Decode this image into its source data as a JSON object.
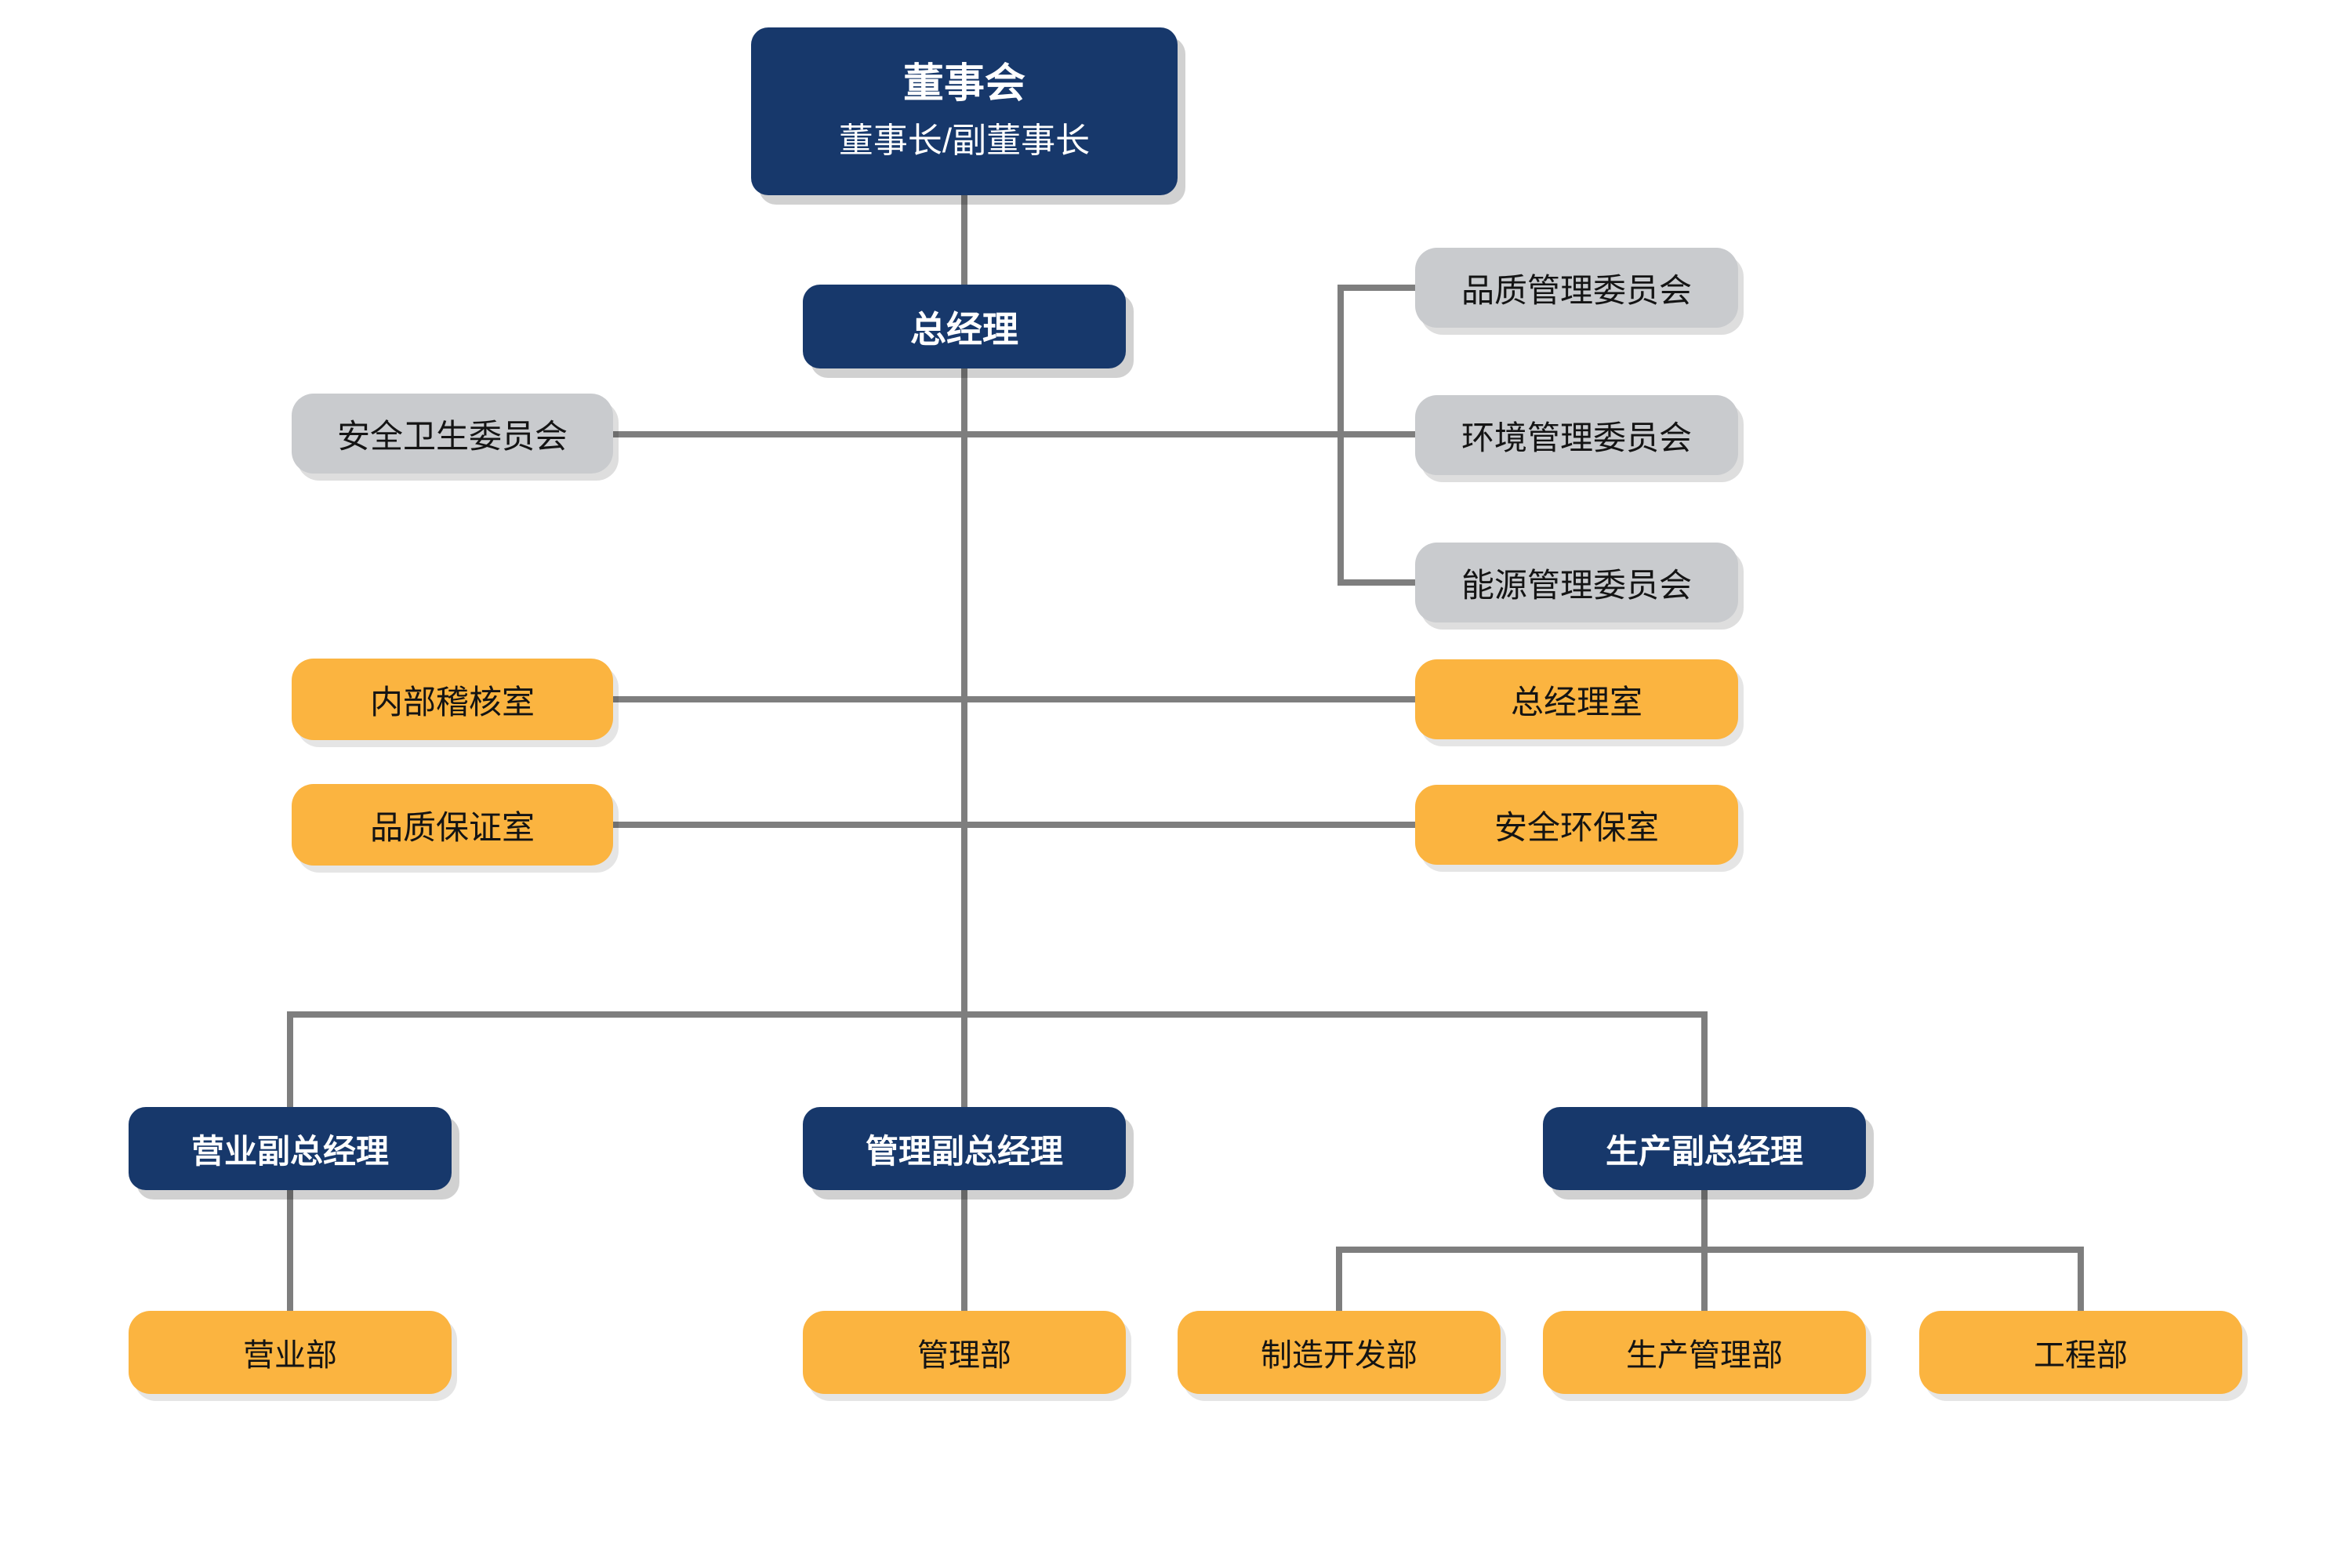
{
  "diagram_type": "org-chart",
  "colors": {
    "executive_box": "#17386B",
    "committee_box": "#C9CBCE",
    "office_box": "#FBB440",
    "connector_line": "#7E7E7E",
    "executive_text": "#FFFFFF",
    "body_text": "#141414",
    "background": "#FFFFFF"
  },
  "nodes": {
    "board": {
      "title": "董事会",
      "subtitle": "董事长/副董事长"
    },
    "general_manager": {
      "label": "总经理"
    },
    "safety_health_committee": {
      "label": "安全卫生委员会"
    },
    "quality_committee": {
      "label": "品质管理委员会"
    },
    "environment_committee": {
      "label": "环境管理委员会"
    },
    "energy_committee": {
      "label": "能源管理委员会"
    },
    "internal_audit_office": {
      "label": "内部稽核室"
    },
    "quality_assurance_office": {
      "label": "品质保证室"
    },
    "general_manager_office": {
      "label": "总经理室"
    },
    "safety_environment_office": {
      "label": "安全环保室"
    },
    "sales_vp": {
      "label": "营业副总经理"
    },
    "management_vp": {
      "label": "管理副总经理"
    },
    "production_vp": {
      "label": "生产副总经理"
    },
    "sales_dept": {
      "label": "营业部"
    },
    "management_dept": {
      "label": "管理部"
    },
    "manufacturing_dev_dept": {
      "label": "制造开发部"
    },
    "production_management_dept": {
      "label": "生产管理部"
    },
    "engineering_dept": {
      "label": "工程部"
    }
  }
}
